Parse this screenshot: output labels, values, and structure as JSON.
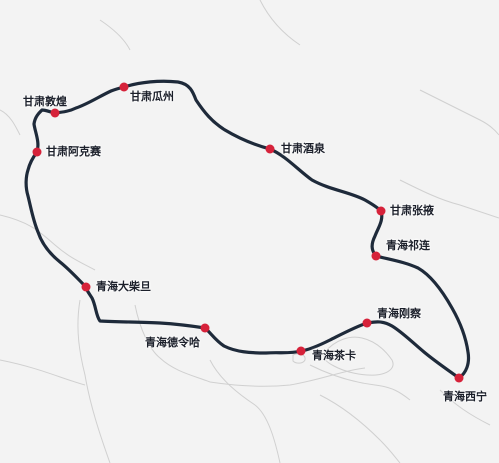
{
  "colors": {
    "background": "#f3f3f3",
    "route": "#1e2a3a",
    "marker": "#d6223a",
    "terrain": "#d0d0d0",
    "label": "#1b1f2a"
  },
  "stops": [
    {
      "id": "dunhuang",
      "label": "甘肃敦煌"
    },
    {
      "id": "guazhou",
      "label": "甘肃瓜州"
    },
    {
      "id": "jiuquan",
      "label": "甘肃酒泉"
    },
    {
      "id": "zhangye",
      "label": "甘肃张掖"
    },
    {
      "id": "qilian",
      "label": "青海祁连"
    },
    {
      "id": "xining",
      "label": "青海西宁"
    },
    {
      "id": "gangcha",
      "label": "青海刚察"
    },
    {
      "id": "chaka",
      "label": "青海茶卡"
    },
    {
      "id": "delingha",
      "label": "青海德令哈"
    },
    {
      "id": "dachaidan",
      "label": "青海大柴旦"
    },
    {
      "id": "aksay",
      "label": "甘肃阿克赛"
    }
  ]
}
